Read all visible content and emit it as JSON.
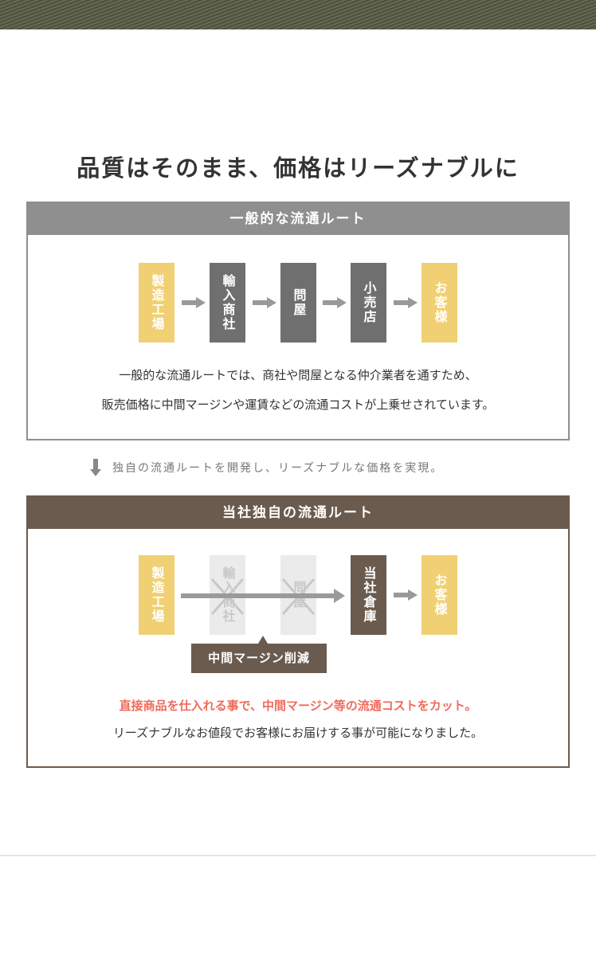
{
  "title": "品質はそのまま、価格はリーズナブルに",
  "general": {
    "header": "一般的な流通ルート",
    "steps": [
      "製造工場",
      "輸入商社",
      "問屋",
      "小売店",
      "お客様"
    ],
    "line1": "一般的な流通ルートでは、商社や問屋となる仲介業者を通すため、",
    "line2": "販売価格に中間マージンや運賃などの流通コストが上乗せされています。"
  },
  "transition": "独自の流通ルートを開発し、リーズナブルな価格を実現。",
  "own": {
    "header": "当社独自の流通ルート",
    "steps": [
      "製造工場",
      "輸入商社",
      "問屋",
      "当社倉庫",
      "お客様"
    ],
    "badge": "中間マージン削減",
    "highlight": "直接商品を仕入れる事で、中間マージン等の流通コストをカット。",
    "line2": "リーズナブルなお値段でお客様にお届けする事が可能になりました。"
  },
  "colors": {
    "gray_header": "#8f8f8f",
    "brown": "#6b5b4e",
    "yellow": "#f0d072",
    "red": "#f06a5a"
  }
}
